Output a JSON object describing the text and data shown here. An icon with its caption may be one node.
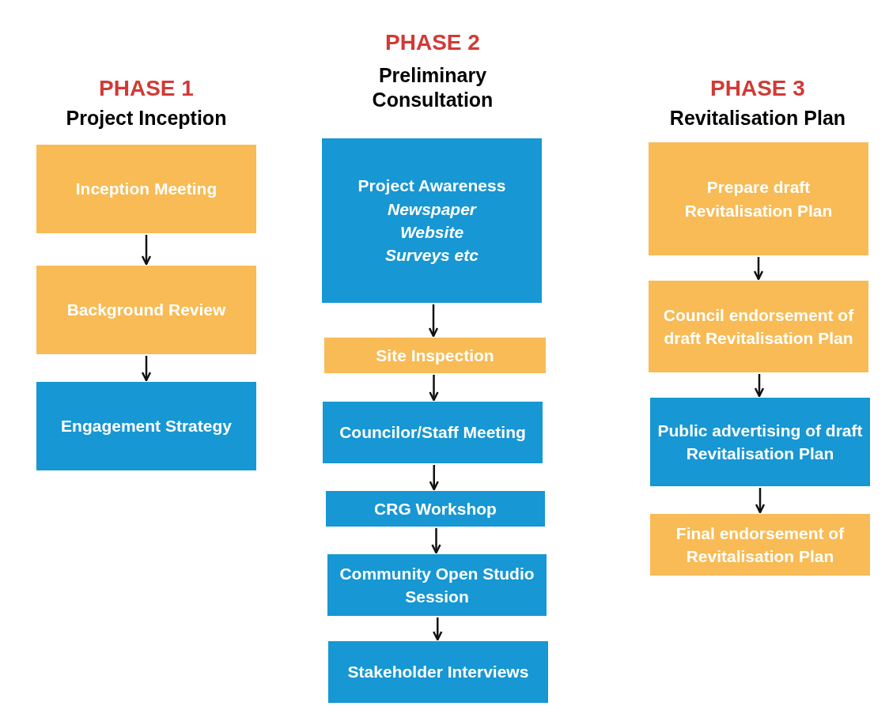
{
  "diagram": {
    "nodes": [
      {
        "text": [
          "Inception Meeting"
        ]
      },
      {
        "text": [
          "Background Review"
        ]
      },
      {
        "text": [
          "Engagement Strategy"
        ]
      },
      {
        "text": [
          "Project Awareness",
          "Newspaper",
          "Website",
          "Surveys etc"
        ]
      },
      {
        "text": [
          "Site Inspection"
        ]
      },
      {
        "text": [
          "Councilor/Staff Meeting"
        ]
      },
      {
        "text": [
          "CRG Workshop"
        ]
      },
      {
        "text": [
          "Community Open Studio Session"
        ]
      },
      {
        "text": [
          "Stakeholder Interviews"
        ]
      },
      {
        "text": [
          "Prepare draft Revitalisation Plan"
        ]
      },
      {
        "text": [
          "Council endorsement of draft Revitalisation Plan"
        ]
      },
      {
        "text": [
          "Public advertising of draft Revitalisation Plan"
        ]
      },
      {
        "text": [
          "Final endorsement of Revitalisation Plan"
        ]
      }
    ],
    "edges": [
      {
        "from": 0,
        "to": 1,
        "arrow": "to"
      },
      {
        "from": 1,
        "to": 2,
        "arrow": "to"
      },
      {
        "from": 3,
        "to": 4,
        "arrow": "to"
      },
      {
        "from": 4,
        "to": 5,
        "arrow": "to"
      },
      {
        "from": 5,
        "to": 6,
        "arrow": "to"
      },
      {
        "from": 6,
        "to": 7,
        "arrow": "to"
      },
      {
        "from": 7,
        "to": 8,
        "arrow": "to"
      },
      {
        "from": 9,
        "to": 10,
        "arrow": "to"
      },
      {
        "from": 10,
        "to": 11,
        "arrow": "to"
      },
      {
        "from": 11,
        "to": 12,
        "arrow": "to"
      }
    ],
    "labels": [
      "PHASE 1",
      "Project Inception",
      "PHASE 2",
      "Preliminary Consultation",
      "PHASE 3",
      "Revitalisation Plan"
    ]
  }
}
